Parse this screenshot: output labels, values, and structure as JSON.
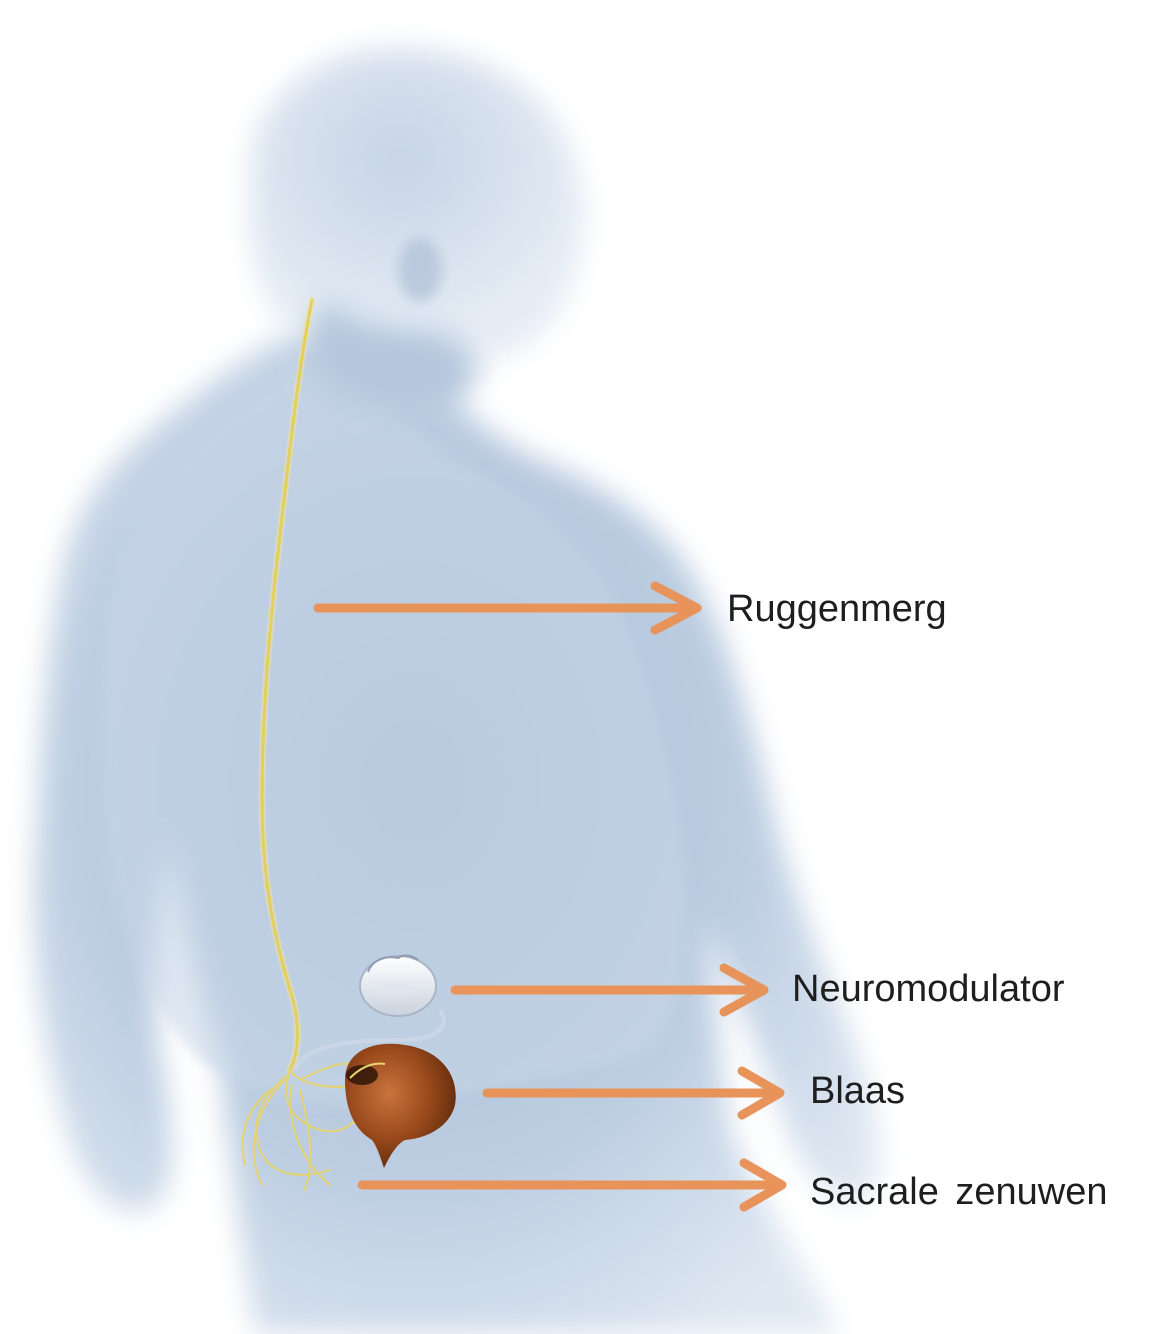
{
  "labels": {
    "spinal_cord": "Ruggenmerg",
    "neuromodulator": "Neuromodulator",
    "bladder": "Blaas",
    "sacral_nerves": "Sacrale zenuwen"
  },
  "colors": {
    "background": "#ffffff",
    "body_silhouette": "#b9cbe0",
    "spinal_cord": "#e8d46a",
    "arrow": "#e8935a",
    "bladder": "#8a3a14",
    "neuromodulator_device": "#e8ecf2",
    "label_text": "#1e1e1e"
  },
  "icons": {
    "device": "neuromodulator-device-icon",
    "organ": "bladder-icon"
  }
}
